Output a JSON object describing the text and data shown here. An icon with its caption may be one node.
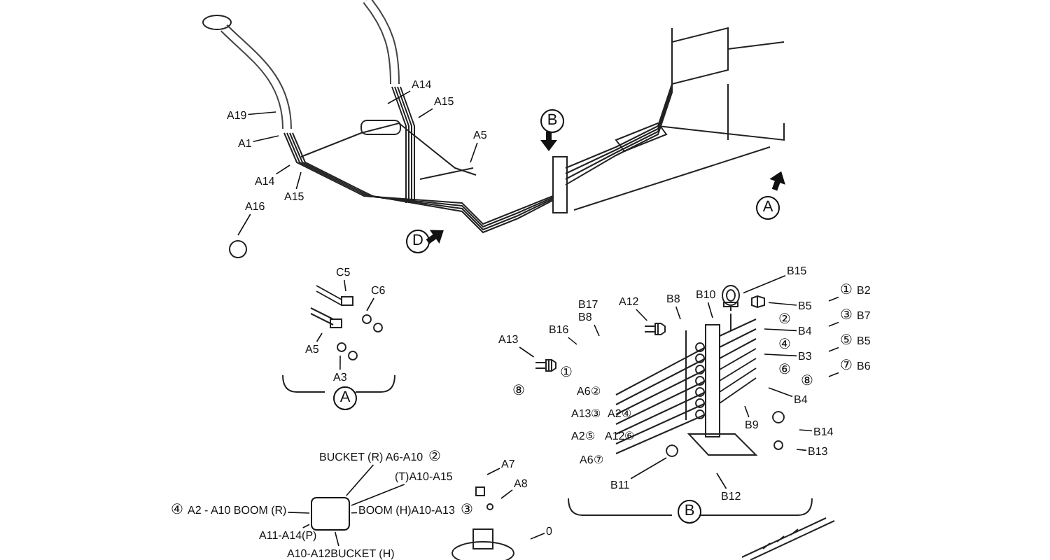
{
  "diagram": {
    "nodes": [
      {
        "text": [
          "A19"
        ]
      },
      {
        "text": [
          "A1"
        ]
      },
      {
        "text": [
          "A14"
        ]
      },
      {
        "text": [
          "A15"
        ]
      },
      {
        "text": [
          "A14"
        ]
      },
      {
        "text": [
          "A15"
        ]
      },
      {
        "text": [
          "A5"
        ]
      },
      {
        "text": [
          "A16"
        ]
      },
      {
        "text": [
          "C5"
        ]
      },
      {
        "text": [
          "C6"
        ]
      },
      {
        "text": [
          "A5"
        ]
      },
      {
        "text": [
          "A3"
        ]
      },
      {
        "text": [
          "B15"
        ]
      },
      {
        "text": [
          "B17",
          "B8"
        ]
      },
      {
        "text": [
          "B8"
        ]
      },
      {
        "text": [
          "B10"
        ]
      },
      {
        "text": [
          "A12"
        ]
      },
      {
        "text": [
          "B16"
        ]
      },
      {
        "text": [
          "A13"
        ]
      },
      {
        "text": [
          "B2"
        ],
        "beside": [
          "①"
        ]
      },
      {
        "text": [
          "B5"
        ]
      },
      {
        "text": [
          "B7"
        ],
        "beside": [
          "③"
        ]
      },
      {
        "text": [
          "B4"
        ]
      },
      {
        "text": [
          "B5"
        ],
        "beside": [
          "⑤"
        ]
      },
      {
        "text": [
          "B3"
        ]
      },
      {
        "text": [
          "B6"
        ],
        "beside": [
          "⑦"
        ]
      },
      {
        "text": [
          "B4"
        ]
      },
      {
        "text": [
          "B9"
        ]
      },
      {
        "text": [
          "B14"
        ]
      },
      {
        "text": [
          "B13"
        ]
      },
      {
        "text": [
          "B11"
        ]
      },
      {
        "text": [
          "B12"
        ]
      },
      {
        "text": [],
        "shape": "box"
      },
      {
        "text": [
          "BUCKET (R) A6-A10"
        ],
        "beside": [
          "②"
        ]
      },
      {
        "text": [
          "(T)A10-A15"
        ]
      },
      {
        "text": [
          "A2 - A10 BOOM (R)"
        ],
        "beside": [
          "④"
        ]
      },
      {
        "text": [
          "BOOM (H)A10-A13"
        ],
        "beside": [
          "③"
        ]
      },
      {
        "text": [
          "A11-A14(P)"
        ]
      },
      {
        "text": [
          "A10-A12BUCKET (H)"
        ]
      },
      {
        "text": [
          "A7"
        ]
      },
      {
        "text": [
          "A8"
        ]
      },
      {
        "text": [
          "0"
        ]
      },
      {
        "text": [],
        "shape": "picture"
      },
      {
        "text": [],
        "shape": "picture"
      },
      {
        "text": [],
        "shape": "picture"
      },
      {
        "text": [],
        "shape": "picture"
      }
    ],
    "edges": [
      {
        "from": 0,
        "to": null,
        "arrow": "none"
      },
      {
        "from": 1,
        "to": null,
        "arrow": "none"
      },
      {
        "from": 2,
        "to": null,
        "arrow": "none"
      },
      {
        "from": 3,
        "to": null,
        "arrow": "none"
      },
      {
        "from": 4,
        "to": null,
        "arrow": "none"
      },
      {
        "from": 5,
        "to": null,
        "arrow": "none"
      },
      {
        "from": 6,
        "to": null,
        "arrow": "none"
      },
      {
        "from": 7,
        "to": null,
        "arrow": "none"
      },
      {
        "from": 8,
        "to": null,
        "arrow": "none"
      },
      {
        "from": 9,
        "to": null,
        "arrow": "none"
      },
      {
        "from": 10,
        "to": null,
        "arrow": "none"
      },
      {
        "from": 11,
        "to": null,
        "arrow": "none"
      },
      {
        "from": 12,
        "to": 42,
        "arrow": "none"
      },
      {
        "from": 13,
        "to": null,
        "arrow": "none"
      },
      {
        "from": 14,
        "to": null,
        "arrow": "none"
      },
      {
        "from": 15,
        "to": null,
        "arrow": "none"
      },
      {
        "from": 16,
        "to": 44,
        "arrow": "none"
      },
      {
        "from": 17,
        "to": null,
        "arrow": "none"
      },
      {
        "from": 18,
        "to": 43,
        "arrow": "none"
      },
      {
        "from": 19,
        "to": null,
        "arrow": "none"
      },
      {
        "from": 20,
        "to": 45,
        "arrow": "none"
      },
      {
        "from": 21,
        "to": null,
        "arrow": "none"
      },
      {
        "from": 22,
        "to": null,
        "arrow": "none"
      },
      {
        "from": 23,
        "to": null,
        "arrow": "none"
      },
      {
        "from": 24,
        "to": null,
        "arrow": "none"
      },
      {
        "from": 25,
        "to": null,
        "arrow": "none"
      },
      {
        "from": 26,
        "to": null,
        "arrow": "none"
      },
      {
        "from": 27,
        "to": null,
        "arrow": "none"
      },
      {
        "from": 28,
        "to": null,
        "arrow": "none"
      },
      {
        "from": 29,
        "to": null,
        "arrow": "none"
      },
      {
        "from": 30,
        "to": null,
        "arrow": "none"
      },
      {
        "from": 31,
        "to": null,
        "arrow": "none"
      },
      {
        "from": 33,
        "to": 32,
        "arrow": "none"
      },
      {
        "from": 34,
        "to": 32,
        "arrow": "none"
      },
      {
        "from": 35,
        "to": 32,
        "arrow": "none"
      },
      {
        "from": 36,
        "to": 32,
        "arrow": "none"
      },
      {
        "from": 37,
        "to": 32,
        "arrow": "none"
      },
      {
        "from": 38,
        "to": 32,
        "arrow": "none"
      },
      {
        "from": 39,
        "to": null,
        "arrow": "none"
      },
      {
        "from": 40,
        "to": null,
        "arrow": "none"
      },
      {
        "from": 41,
        "to": null,
        "arrow": "none"
      }
    ],
    "labels": [
      "B",
      "D",
      "A",
      "A",
      "B",
      "②",
      "④",
      "⑥",
      "⑧",
      "①",
      "⑧",
      "A6②",
      "A13③",
      "A2④",
      "A2⑤",
      "A12⑥",
      "A6⑦"
    ]
  }
}
